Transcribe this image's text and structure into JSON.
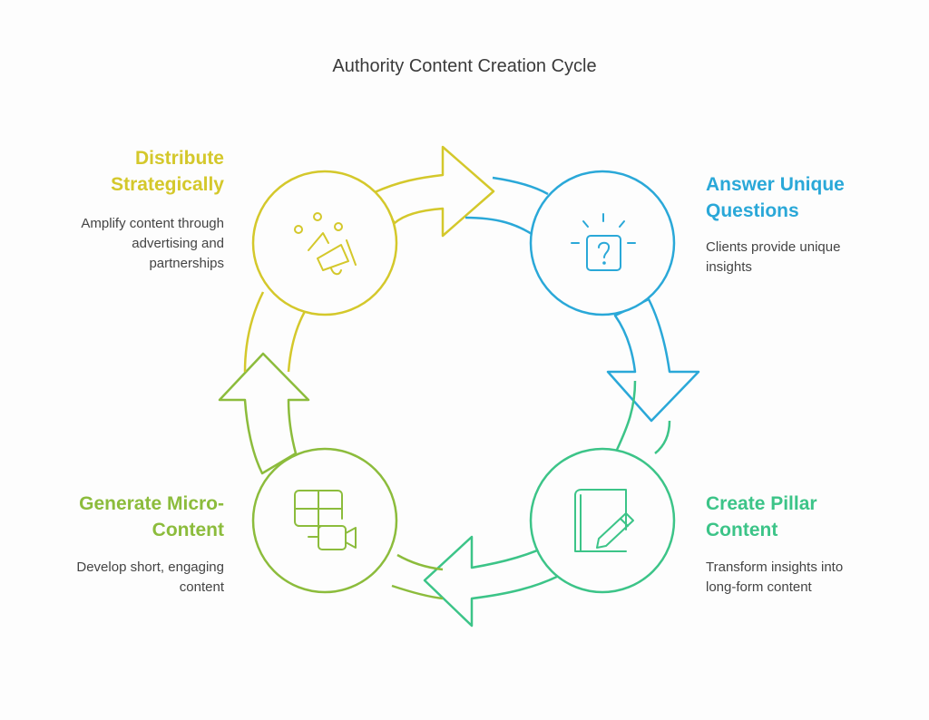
{
  "title": "Authority Content Creation Cycle",
  "colors": {
    "distribute": "#d4c82b",
    "answer": "#2aa8d8",
    "pillar": "#3cc488",
    "micro": "#8cbc3c"
  },
  "steps": {
    "distribute": {
      "title_lines": [
        "Distribute",
        "Strategically"
      ],
      "desc_lines": [
        "Amplify content through",
        "advertising and",
        "partnerships"
      ],
      "icon": "megaphone-icon"
    },
    "answer": {
      "title_lines": [
        "Answer Unique",
        "Questions"
      ],
      "desc_lines": [
        "Clients provide unique",
        "insights"
      ],
      "icon": "question-box-icon"
    },
    "pillar": {
      "title_lines": [
        "Create Pillar",
        "Content"
      ],
      "desc_lines": [
        "Transform insights into",
        "long-form content"
      ],
      "icon": "book-pencil-icon"
    },
    "micro": {
      "title_lines": [
        "Generate Micro-",
        "Content"
      ],
      "desc_lines": [
        "Develop short, engaging",
        "content"
      ],
      "icon": "grid-video-icon"
    }
  }
}
